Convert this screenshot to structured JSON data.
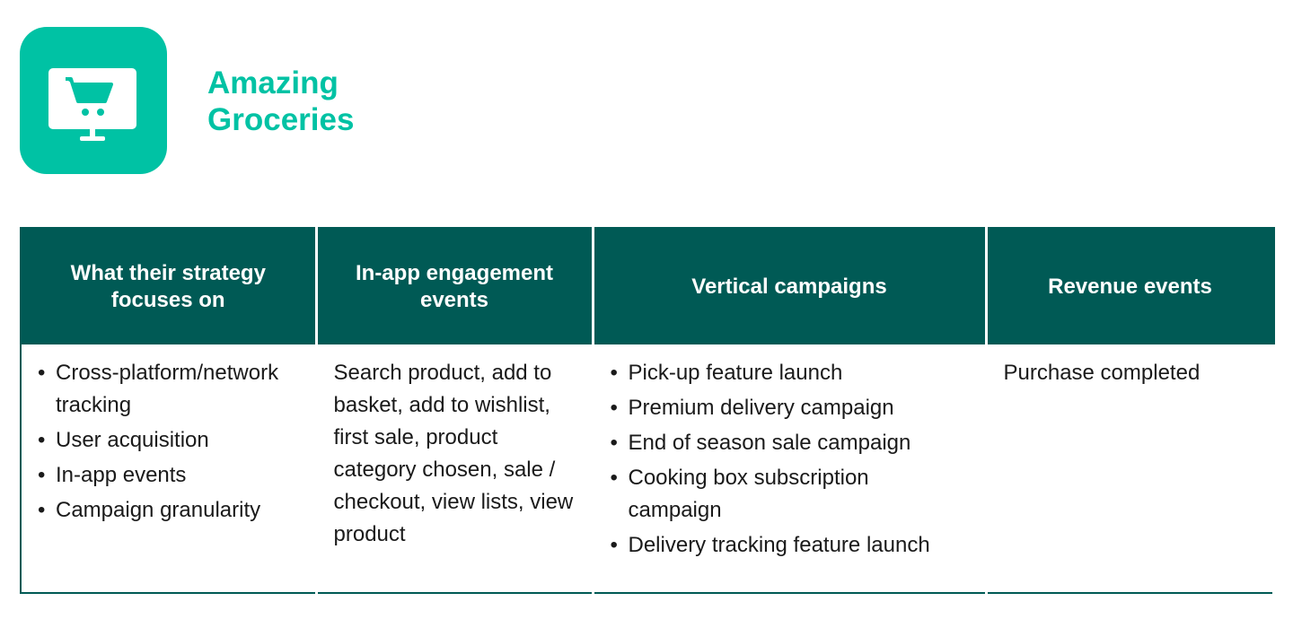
{
  "brand": {
    "line1": "Amazing",
    "line2": "Groceries",
    "icon": "monitor-shopping-cart-icon",
    "accent": "#00c2a4",
    "dark": "#005a55"
  },
  "table": {
    "headers": [
      "What their strategy focuses on",
      "In-app engagement events",
      "Vertical campaigns",
      "Revenue events"
    ],
    "strategy": [
      "Cross-platform/network tracking",
      "User acquisition",
      "In-app events",
      "Campaign granularity"
    ],
    "engagement": "Search product, add to basket, add to wishlist, first sale, product category chosen, sale / checkout, view lists, view product",
    "campaigns": [
      "Pick-up feature launch",
      "Premium delivery campaign",
      "End of season sale campaign",
      "Cooking box subscription campaign",
      "Delivery tracking feature launch"
    ],
    "revenue": "Purchase completed"
  }
}
